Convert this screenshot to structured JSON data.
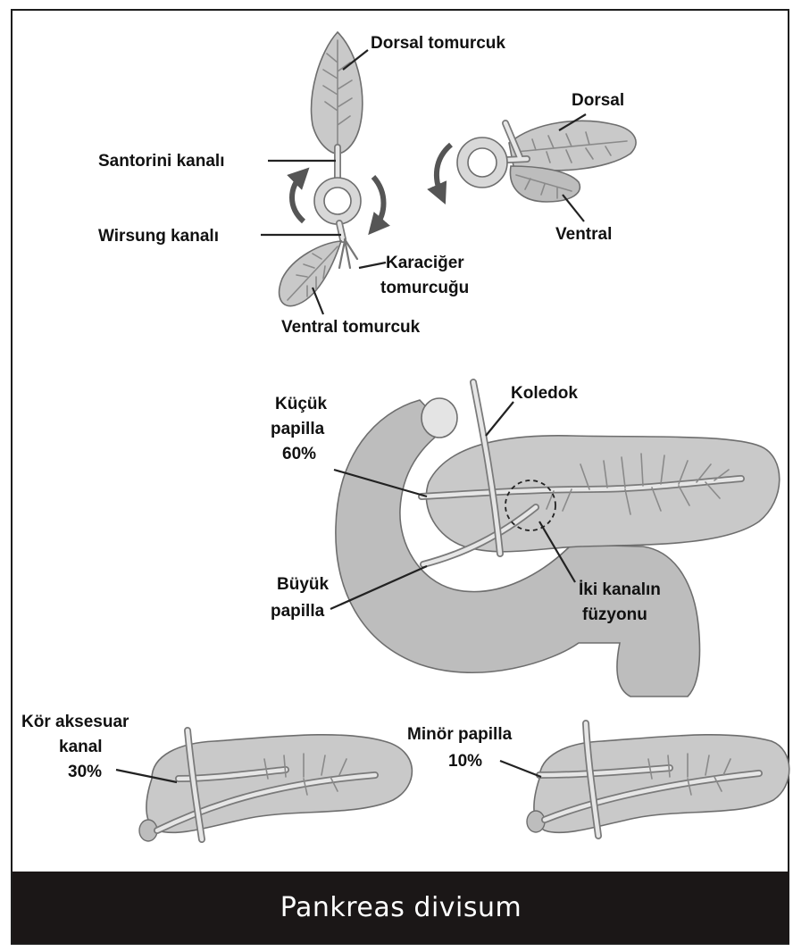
{
  "title": "Pankreas divisum",
  "embryology": {
    "dorsal_bud": "Dorsal tomurcuk",
    "santorini": "Santorini kanalı",
    "wirsung": "Wirsung kanalı",
    "liver_bud_line1": "Karaciğer",
    "liver_bud_line2": "tomurcuğu",
    "ventral_bud": "Ventral tomurcuk",
    "rotated_dorsal": "Dorsal",
    "rotated_ventral": "Ventral"
  },
  "main": {
    "minor_papilla_line1": "Küçük",
    "minor_papilla_line2": "papilla",
    "minor_papilla_pct": "60%",
    "koledok": "Koledok",
    "major_papilla_line1": "Büyük",
    "major_papilla_line2": "papilla",
    "fusion_line1": "İki kanalın",
    "fusion_line2": "füzyonu"
  },
  "variants": {
    "blind_line1": "Kör aksesuar",
    "blind_line2": "kanal",
    "blind_pct": "30%",
    "minor_line1": "Minör papilla",
    "minor_pct": "10%"
  },
  "colors": {
    "banner": "#1b1717",
    "organ": "#c9c9c9",
    "frame": "#1c1c1c"
  }
}
